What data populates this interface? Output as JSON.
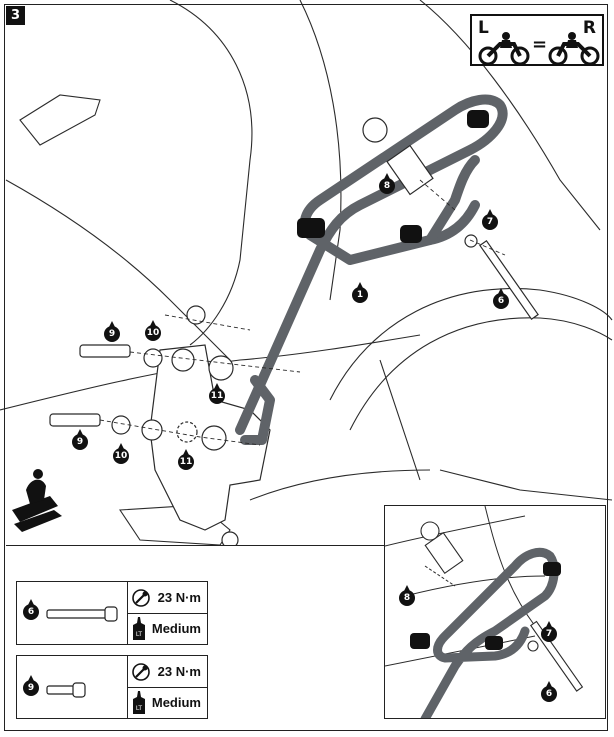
{
  "step": {
    "number": "3"
  },
  "mirror_badge": {
    "left": "L",
    "right": "R",
    "equals": "="
  },
  "callouts": {
    "main": [
      {
        "id": "c1",
        "label": "1"
      },
      {
        "id": "c6",
        "label": "6"
      },
      {
        "id": "c7",
        "label": "7"
      },
      {
        "id": "c8",
        "label": "8"
      },
      {
        "id": "c9a",
        "label": "9"
      },
      {
        "id": "c9b",
        "label": "9"
      },
      {
        "id": "c10a",
        "label": "10"
      },
      {
        "id": "c10b",
        "label": "10"
      },
      {
        "id": "c11a",
        "label": "11"
      },
      {
        "id": "c11b",
        "label": "11"
      }
    ],
    "inset": [
      {
        "id": "i6",
        "label": "6"
      },
      {
        "id": "i7",
        "label": "7"
      },
      {
        "id": "i8",
        "label": "8"
      }
    ]
  },
  "specs": [
    {
      "part": "6",
      "torque": "23 N·m",
      "threadlock": "Medium",
      "threadlock_icon": "LT"
    },
    {
      "part": "9",
      "torque": "23 N·m",
      "threadlock": "Medium",
      "threadlock_icon": "LT"
    }
  ],
  "colors": {
    "frame": "#5f6368",
    "line": "#2b2b2b",
    "fill": "#ffffff",
    "black": "#111111"
  }
}
